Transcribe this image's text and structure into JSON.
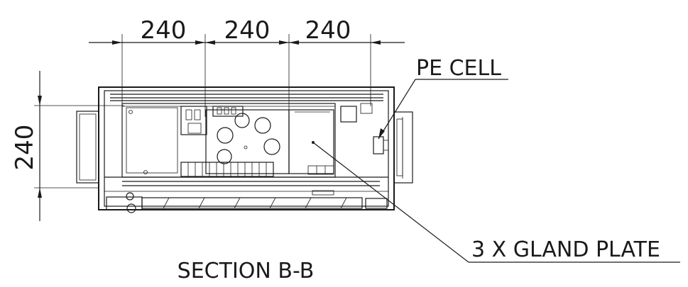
{
  "dimensions": {
    "top_1": "240",
    "top_2": "240",
    "top_3": "240",
    "left": "240"
  },
  "labels": {
    "pe_cell": "PE CELL",
    "gland_plate": "3 X GLAND PLATE"
  },
  "title": "SECTION B-B",
  "colors": {
    "line": "#1a1a1a",
    "background": "#ffffff"
  }
}
